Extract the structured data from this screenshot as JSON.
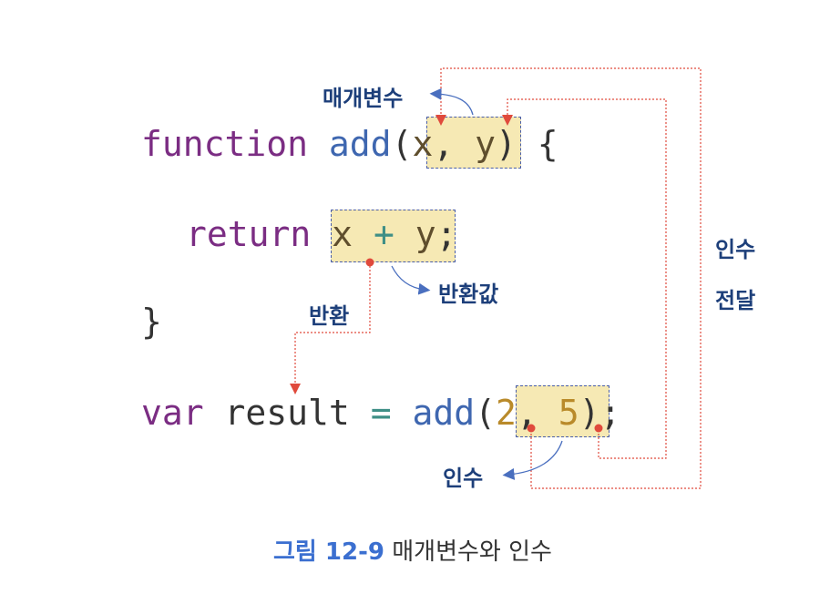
{
  "code": {
    "line1": {
      "keyword": "function",
      "name": "add",
      "open": "(",
      "p1": "x",
      "comma": ",",
      "p2": "y",
      "close": ") {"
    },
    "line2": {
      "keyword": "return",
      "a": "x",
      "op": "+",
      "b": "y",
      "semi": ";"
    },
    "line3": {
      "brace": "}"
    },
    "line4": {
      "keyword": "var",
      "ident": "result",
      "eq": "=",
      "call": "add",
      "open": "(",
      "arg1": "2",
      "comma": ",",
      "arg2": "5",
      "close": ");"
    }
  },
  "labels": {
    "params": "매개변수",
    "return_value": "반환값",
    "return": "반환",
    "args_bottom": "인수",
    "pass_line1": "인수",
    "pass_line2": "전달"
  },
  "caption": {
    "number": "그림 12-9",
    "text": "매개변수와 인수"
  },
  "colors": {
    "keyword": "#7b2d83",
    "function_name": "#3f67b0",
    "param": "#5f4e2d",
    "number": "#b98a2a",
    "operator": "#3f8f86",
    "highlight": "#f6e9b4",
    "dotted_arrow": "#e04a3c",
    "label": "#1d3f7a",
    "caption_number": "#3b6fd0"
  }
}
